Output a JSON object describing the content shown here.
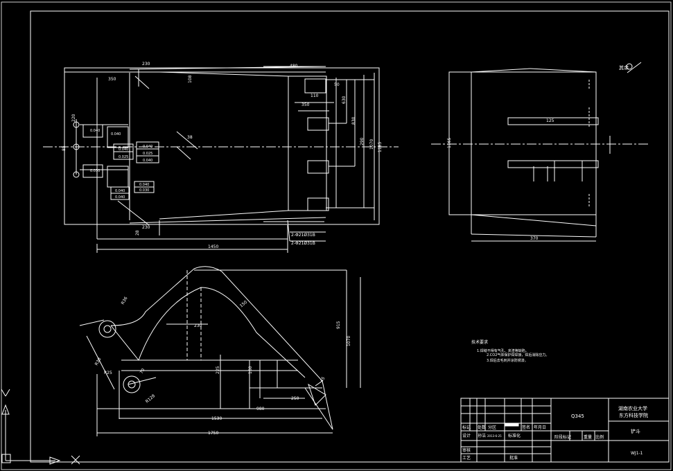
{
  "colors": {
    "background": "#000000",
    "line": "#ffffff",
    "frame": "#cfcfcf"
  },
  "top_view": {
    "dims": {
      "d230": "230",
      "d350": "350",
      "d480": "480",
      "d230b": "230",
      "d1450": "1450",
      "d830": "830",
      "d630": "630",
      "d290": "290",
      "d1070": "1070",
      "d1185": "1185",
      "d350b": "350",
      "d85": "85",
      "d220": "220",
      "d110": "110",
      "d108": "108",
      "d28": "28",
      "d38": "38",
      "d50": "50"
    },
    "tolerances": [
      "0.040",
      "0.025",
      "0.040",
      "0.040",
      "0.025",
      "0.040",
      "0.030",
      "0.040",
      "0.040",
      "0.040",
      "0.030",
      "0.040"
    ],
    "notes": {
      "hole_a": "2-Φ21Ø31B",
      "hole_b": "2-Φ21Ø31B"
    }
  },
  "side_view": {
    "dims": {
      "w": "370",
      "h": "1165",
      "d125": "125"
    },
    "roughness": "其余"
  },
  "elevation": {
    "dims": {
      "d1530": "1530",
      "d1750": "1750",
      "d980": "980",
      "d250": "250",
      "d230": "230",
      "d915": "915",
      "d1070": "1070",
      "d225": "225",
      "d160": "160",
      "dR36": "R36",
      "dR25": "R25",
      "dR128": "R128",
      "dR30": "R30",
      "d150": "150",
      "d45": "45",
      "d70": "70"
    }
  },
  "tech_notes": {
    "title": "技术要求",
    "items": [
      "1.焊缝不得有气孔、夹渣等缺陷。",
      "2.CO2气体保护焊焊接，焊后消除应力。",
      "3.焊后去毛刺并涂防锈漆。"
    ]
  },
  "title_block": {
    "university": "湖南农业大学",
    "college": "东方科技学院",
    "material": "Q345",
    "part_name": "铲斗",
    "drawing_no": "WJ1-1",
    "labels": {
      "mark": "标记",
      "count": "处数",
      "zone": "分区",
      "sign": "签名",
      "date": "年月日",
      "design": "设计",
      "std": "标准化",
      "stage": "阶段标记",
      "weight": "重量",
      "scale": "比例",
      "review": "审核",
      "process": "工艺",
      "approve": "批准"
    },
    "designer": "孙洁",
    "design_date": "2013-6-25"
  }
}
